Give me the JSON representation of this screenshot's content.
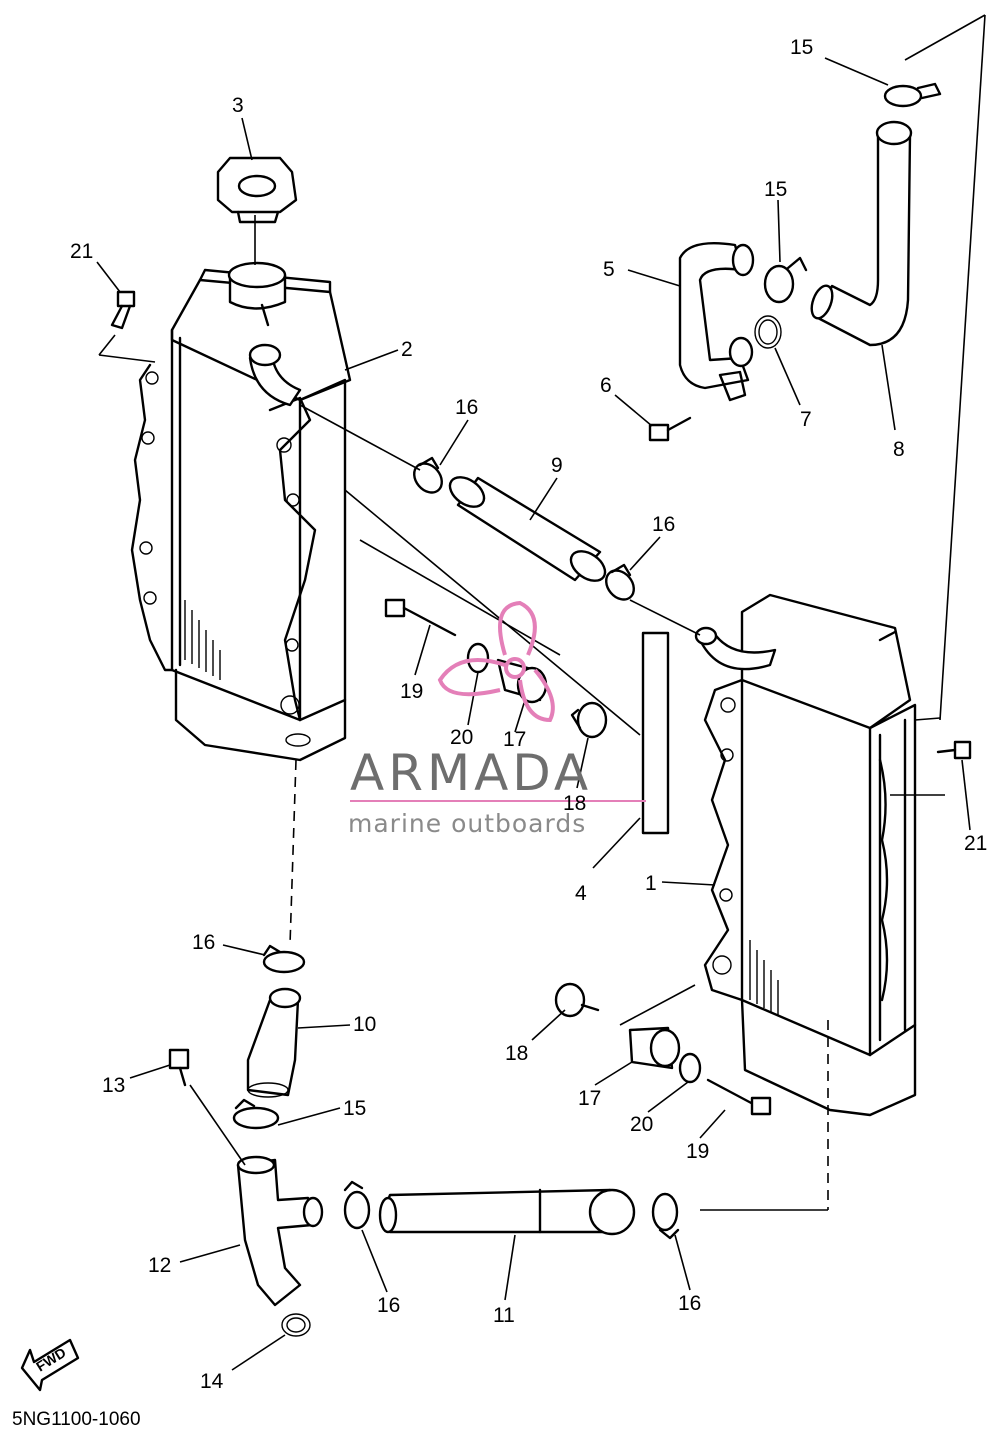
{
  "diagram_code": "5NG1100-1060",
  "fwd_label": "FWD",
  "watermark": {
    "brand": "ARMADA",
    "tagline": "marine outboards",
    "accent_color": "#e47fb8",
    "text_color": "#6e6e6e"
  },
  "callouts": {
    "c1": "1",
    "c2": "2",
    "c3": "3",
    "c4": "4",
    "c5": "5",
    "c6": "6",
    "c7": "7",
    "c8": "8",
    "c9": "9",
    "c10": "10",
    "c11": "11",
    "c12": "12",
    "c13": "13",
    "c14": "14",
    "c15a": "15",
    "c15b": "15",
    "c15c": "15",
    "c16a": "16",
    "c16b": "16",
    "c16c": "16",
    "c16d": "16",
    "c16e": "16",
    "c17a": "17",
    "c17b": "17",
    "c18a": "18",
    "c18b": "18",
    "c19a": "19",
    "c19b": "19",
    "c20a": "20",
    "c20b": "20",
    "c21a": "21",
    "c21b": "21"
  }
}
